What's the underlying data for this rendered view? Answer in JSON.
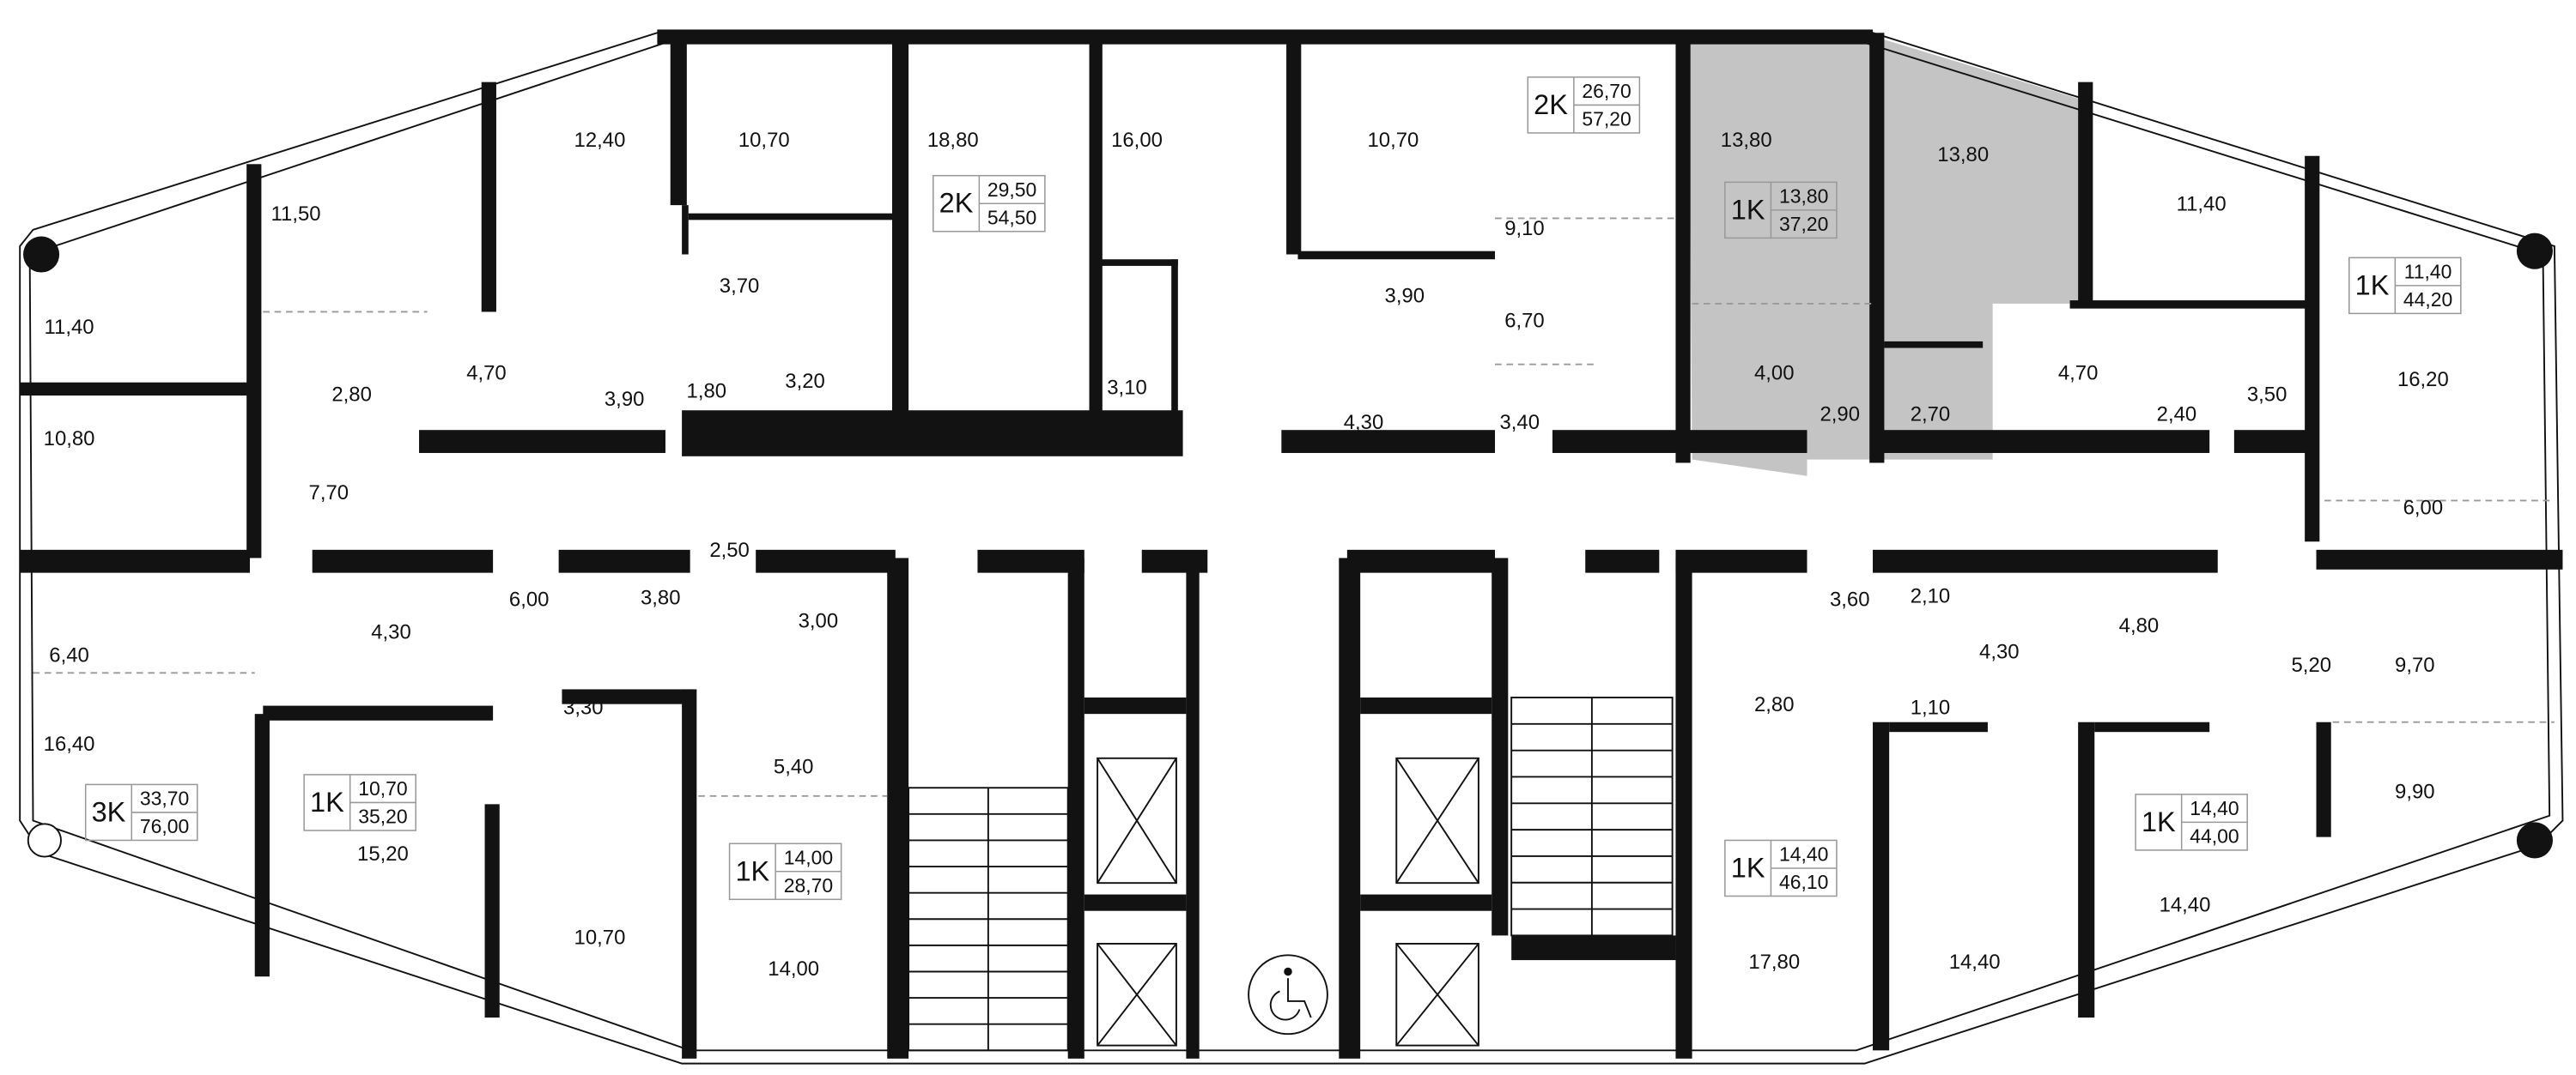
{
  "plan": {
    "highlight_color": "#c4c4c4",
    "wall_color": "#121212",
    "icons": [
      "wheelchair-icon",
      "elevator-icon",
      "stairs-icon",
      "column-icon"
    ]
  },
  "rooms": [
    "11,40",
    "10,80",
    "6,40",
    "16,40",
    "11,50",
    "12,40",
    "2,80",
    "4,70",
    "3,90",
    "7,70",
    "10,70",
    "3,70",
    "1,80",
    "3,20",
    "18,80",
    "16,00",
    "3,10",
    "10,70",
    "9,10",
    "6,70",
    "3,90",
    "4,30",
    "3,40",
    "13,80",
    "13,80",
    "4,00",
    "2,90",
    "2,70",
    "11,40",
    "4,70",
    "2,40",
    "3,50",
    "16,20",
    "6,00",
    "4,30",
    "6,00",
    "3,80",
    "2,50",
    "3,00",
    "3,30",
    "15,20",
    "5,40",
    "10,70",
    "14,00",
    "3,60",
    "2,10",
    "4,30",
    "4,80",
    "2,80",
    "1,10",
    "5,20",
    "9,70",
    "9,90",
    "17,80",
    "14,40",
    "14,40"
  ],
  "apartments": [
    {
      "type": "3K",
      "living": "33,70",
      "total": "76,00"
    },
    {
      "type": "2K",
      "living": "29,50",
      "total": "54,50"
    },
    {
      "type": "2K",
      "living": "26,70",
      "total": "57,20"
    },
    {
      "type": "1K",
      "living": "13,80",
      "total": "37,20",
      "selected": true
    },
    {
      "type": "1K",
      "living": "11,40",
      "total": "44,20"
    },
    {
      "type": "1K",
      "living": "10,70",
      "total": "35,20"
    },
    {
      "type": "1K",
      "living": "14,00",
      "total": "28,70"
    },
    {
      "type": "1K",
      "living": "14,40",
      "total": "46,10"
    },
    {
      "type": "1K",
      "living": "14,40",
      "total": "44,00"
    }
  ]
}
